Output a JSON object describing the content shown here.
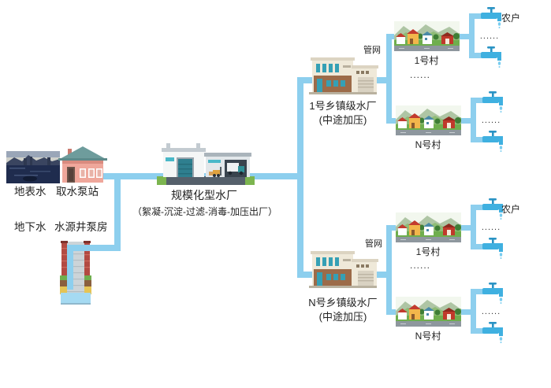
{
  "colors": {
    "pipe": "#8dcfee",
    "faucet": "#3fb0e0",
    "faucet_dark": "#2a93c4",
    "drop": "#79cdf0",
    "text": "#222222"
  },
  "sources": {
    "surface_label": "地表水",
    "intake_label": "取水泵站",
    "ground_label": "地下水",
    "well_label": "水源井泵房"
  },
  "main_plant": {
    "name": "规模化型水厂",
    "process": "（絮凝-沉淀-过滤-消毒-加压出厂）"
  },
  "branches": [
    {
      "plant_name": "1号乡镇级水厂",
      "plant_note": "(中途加压)",
      "network_label": "管网",
      "ellipsis": "......",
      "villages": [
        {
          "name": "1号村",
          "household": "农户",
          "ellipsis": "......"
        },
        {
          "name": "N号村",
          "ellipsis": "......"
        }
      ]
    },
    {
      "plant_name": "N号乡镇级水厂",
      "plant_note": "(中途加压)",
      "network_label": "管网",
      "ellipsis": "......",
      "villages": [
        {
          "name": "1号村",
          "household": "农户",
          "ellipsis": "......"
        },
        {
          "name": "N号村",
          "ellipsis": "......"
        }
      ]
    }
  ]
}
